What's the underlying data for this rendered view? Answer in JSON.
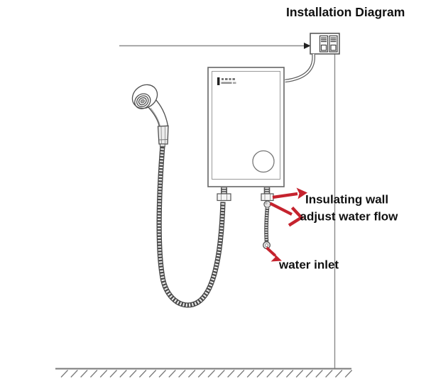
{
  "title": "Installation Diagram",
  "annotations": {
    "insulating_wall": {
      "label": "Insulating wall"
    },
    "adjust_water_flow": {
      "label": "adjust water flow"
    },
    "water_inlet": {
      "label": "water inlet"
    }
  },
  "colors": {
    "annotation_arrow": "#c5232e",
    "label_text": "#101010",
    "line_art": "#4f4f4f",
    "structure_line": "#8a8a8a",
    "background": "#ffffff"
  },
  "diagram_elements": [
    "wall-switch-box",
    "power-supply-line",
    "power-conduit",
    "water-heater",
    "heater-control-dial",
    "heater-brand-logo",
    "outlet-fitting",
    "shower-hose-loop",
    "shower-head",
    "inlet-fitting",
    "inlet-valve-ball",
    "inlet-hose",
    "inlet-end-fitting",
    "wall-line",
    "floor-line",
    "floor-hatching"
  ]
}
